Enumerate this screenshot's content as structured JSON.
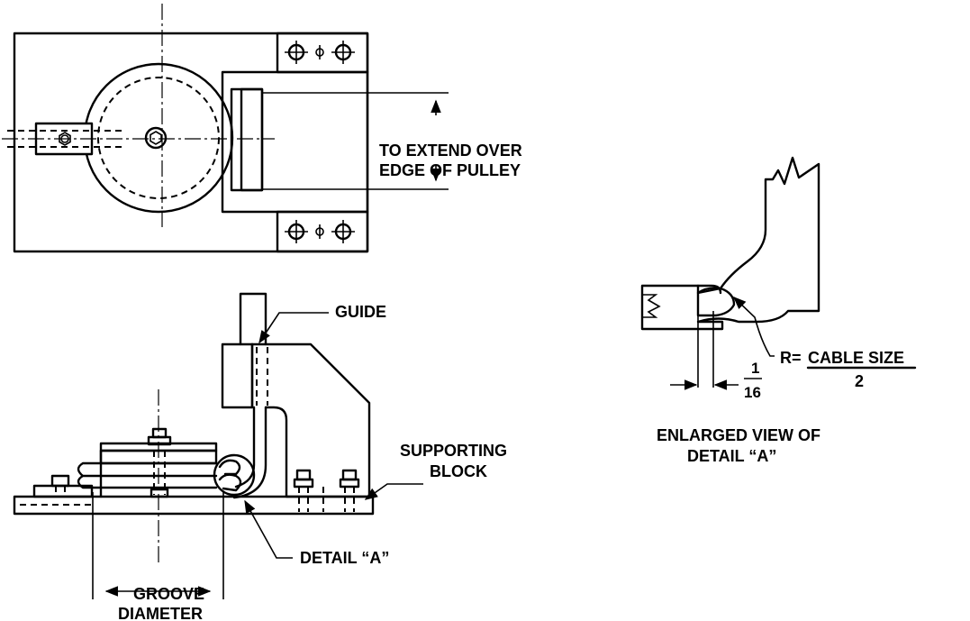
{
  "labels": {
    "extend_1": "TO EXTEND OVER",
    "extend_2": "EDGE OF PULLEY",
    "guide": "GUIDE",
    "supporting_1": "SUPPORTING",
    "supporting_2": "BLOCK",
    "detail_a": "DETAIL “A”",
    "groove_1": "GROOVE",
    "groove_2": "DIAMETER",
    "radius_prefix": "R=",
    "radius_numerator": "CABLE SIZE",
    "radius_denominator": "2",
    "fraction_numerator": "1",
    "fraction_denominator": "16",
    "enlarged_1": "ENLARGED VIEW OF",
    "enlarged_2": "DETAIL “A”"
  }
}
